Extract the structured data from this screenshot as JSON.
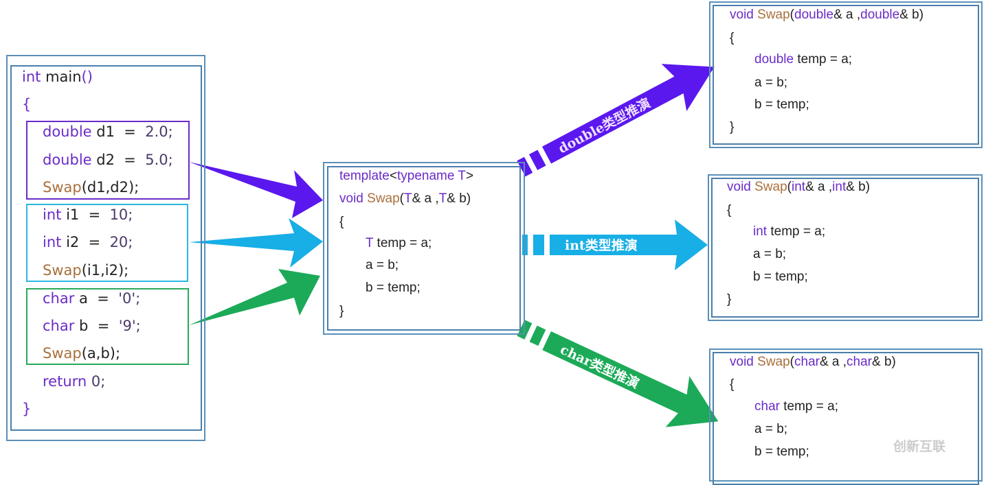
{
  "main_code": {
    "lines": [
      [
        [
          "int ",
          "kw"
        ],
        [
          "main",
          "t"
        ],
        [
          "()",
          "kw"
        ]
      ],
      [
        [
          "{",
          "kw"
        ]
      ],
      [
        [
          "double ",
          "kw"
        ],
        [
          "d1  =  ",
          "t"
        ],
        [
          "2.0;",
          "num"
        ]
      ],
      [
        [
          "double ",
          "kw"
        ],
        [
          "d2  =  ",
          "t"
        ],
        [
          "5.0;",
          "num"
        ]
      ],
      [
        [
          "Swap",
          "fn"
        ],
        [
          "(d1,d2);",
          "t"
        ]
      ],
      [
        [
          "int ",
          "kw"
        ],
        [
          "i1  =  ",
          "t"
        ],
        [
          "10;",
          "num"
        ]
      ],
      [
        [
          "int ",
          "kw"
        ],
        [
          "i2  =  ",
          "t"
        ],
        [
          "20;",
          "num"
        ]
      ],
      [
        [
          "Swap",
          "fn"
        ],
        [
          "(i1,i2);",
          "t"
        ]
      ],
      [
        [
          "char ",
          "kw"
        ],
        [
          "a  =  ",
          "t"
        ],
        [
          "'0';",
          "num"
        ]
      ],
      [
        [
          "char ",
          "kw"
        ],
        [
          "b  =  ",
          "t"
        ],
        [
          "'9';",
          "num"
        ]
      ],
      [
        [
          "Swap",
          "fn"
        ],
        [
          "(a,b);",
          "t"
        ]
      ],
      [
        [
          "return ",
          "kw"
        ],
        [
          "0;",
          "num"
        ]
      ],
      [
        [
          "}",
          "kw"
        ]
      ]
    ]
  },
  "template_code": {
    "lines": [
      [
        [
          "template",
          "kw"
        ],
        [
          "<",
          "t"
        ],
        [
          "typename ",
          "kw"
        ],
        [
          "T",
          "kw"
        ],
        [
          ">",
          "t"
        ]
      ],
      [
        [
          "void ",
          "kw"
        ],
        [
          "Swap",
          "fn"
        ],
        [
          "(",
          "t"
        ],
        [
          "T",
          "kw"
        ],
        [
          "& a ,",
          "t"
        ],
        [
          "T",
          "kw"
        ],
        [
          "& b)",
          "t"
        ]
      ],
      [
        [
          "{",
          "t"
        ]
      ],
      [
        [
          "T ",
          "kw"
        ],
        [
          "temp = a;",
          "t"
        ]
      ],
      [
        [
          "a = b;",
          "t"
        ]
      ],
      [
        [
          "b = temp;",
          "t"
        ]
      ],
      [
        [
          "}",
          "t"
        ]
      ]
    ]
  },
  "results": [
    {
      "lines": [
        [
          [
            "void ",
            "kw"
          ],
          [
            "Swap",
            "fn"
          ],
          [
            "(",
            "t"
          ],
          [
            "double",
            "kw"
          ],
          [
            "& a ,",
            "t"
          ],
          [
            "double",
            "kw"
          ],
          [
            "& b)",
            "t"
          ]
        ],
        [
          [
            "{",
            "t"
          ]
        ],
        [
          [
            "double ",
            "kw"
          ],
          [
            "temp = a;",
            "t"
          ]
        ],
        [
          [
            "a = b;",
            "t"
          ]
        ],
        [
          [
            "b = temp;",
            "t"
          ]
        ],
        [
          [
            "}",
            "t"
          ]
        ]
      ]
    },
    {
      "lines": [
        [
          [
            "void ",
            "kw"
          ],
          [
            "Swap",
            "fn"
          ],
          [
            "(",
            "t"
          ],
          [
            "int",
            "kw"
          ],
          [
            "& a ,",
            "t"
          ],
          [
            "int",
            "kw"
          ],
          [
            "& b)",
            "t"
          ]
        ],
        [
          [
            "{",
            "t"
          ]
        ],
        [
          [
            "int ",
            "kw"
          ],
          [
            "temp = a;",
            "t"
          ]
        ],
        [
          [
            "a = b;",
            "t"
          ]
        ],
        [
          [
            "b = temp;",
            "t"
          ]
        ],
        [
          [
            "}",
            "t"
          ]
        ]
      ]
    },
    {
      "lines": [
        [
          [
            "void ",
            "kw"
          ],
          [
            "Swap",
            "fn"
          ],
          [
            "(",
            "t"
          ],
          [
            "char",
            "kw"
          ],
          [
            "& a ,",
            "t"
          ],
          [
            "char",
            "kw"
          ],
          [
            "& b)",
            "t"
          ]
        ],
        [
          [
            "{",
            "t"
          ]
        ],
        [
          [
            "char ",
            "kw"
          ],
          [
            "temp = a;",
            "t"
          ]
        ],
        [
          [
            "a = b;",
            "t"
          ]
        ],
        [
          [
            "b = temp;",
            "t"
          ]
        ]
      ]
    }
  ],
  "arrows": {
    "double_label": "double类型推演",
    "int_label": "int类型推演",
    "char_label": "char类型推演"
  },
  "colors": {
    "double": "#5a18ee",
    "int": "#18aee6",
    "char": "#1caa58"
  },
  "watermark": "创新互联"
}
